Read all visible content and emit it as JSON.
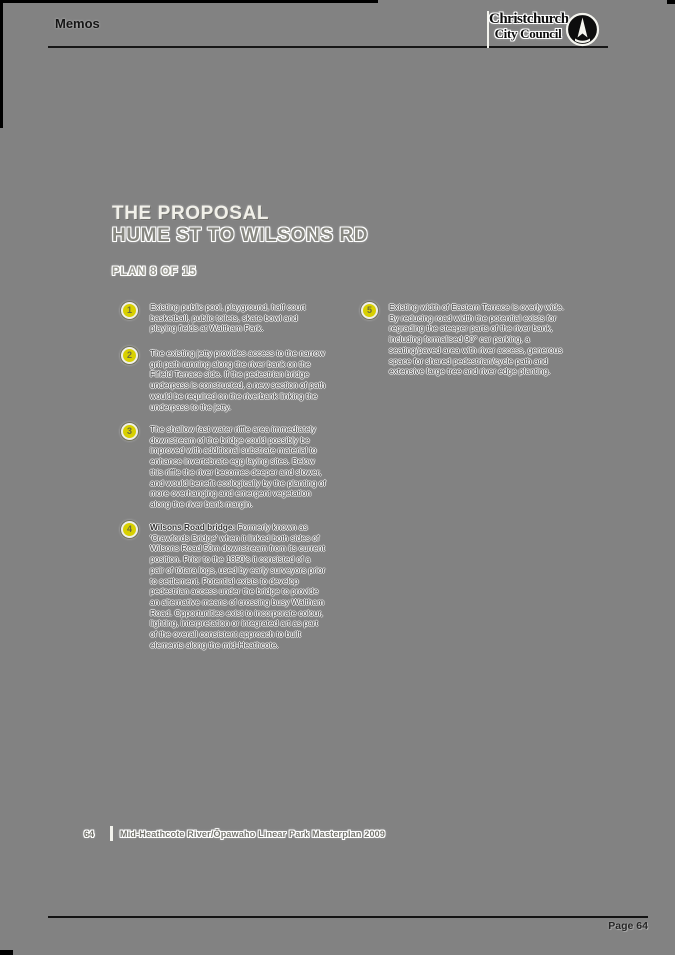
{
  "header": {
    "memos_label": "Memos",
    "logo": {
      "line1": "Christchurch",
      "line2": "City Council"
    }
  },
  "main": {
    "title_line1": "THE PROPOSAL",
    "title_line2": "HUME ST TO WILSONS RD",
    "plan_label": "PLAN 8 OF 15",
    "items": [
      {
        "number": "1",
        "text": "Existing public pool, playground, half court basketball, public toilets, skate bowl and playing fields at Waltham Park."
      },
      {
        "number": "2",
        "text": "The existing jetty provides access to the narrow grit path running along the river bank on the Fifield Terrace side. If the pedestrian bridge underpass is constructed, a new section of path would be required on the riverbank linking the underpass to the jetty."
      },
      {
        "number": "3",
        "text": "The shallow fast water riffle area immediately downstream of the bridge could possibly be improved with additional substrate material to enhance invertebrate egg laying sites. Below this riffle the river becomes deeper and slower, and would benefit ecologically by the planting of more overhanging and emergent vegetation along the river bank margin."
      },
      {
        "number": "4",
        "bold_lead": "Wilsons Road bridge:",
        "text": "Formerly known as 'Crawfords Bridge' when it linked both sides of Wilsons Road 50m downstream from its current position. Prior to the 1850's it consisted of a pair of tōtara logs, used by early surveyors prior to settlement. Potential exists to develop pedestrian access under the bridge to provide an alternative means of crossing busy Waltham Road. Opportunities exist to incorporate colour, lighting, interpretation or integrated art as part of the overall consistent approach to built elements along the mid-Heathcote."
      },
      {
        "number": "5",
        "text": "Existing width of Eastern Terrace is overly wide. By reducing road width the potential exists for regrading the steeper parts of the river bank, including formalised 90° car parking, a seating/paved area with river access, generous space for shared pedestrian/cycle path and extensive large tree and river edge planting."
      }
    ]
  },
  "footer": {
    "page_number": "64",
    "doc_title": "Mid-Heathcote River/Ōpawaho Linear Park Masterplan 2009"
  },
  "bottom": {
    "page_label": "Page 64"
  },
  "colors": {
    "page_background": "#828282",
    "badge_yellow": "#d8d000",
    "halo_white": "#ffffff",
    "ink_black": "#161616"
  }
}
